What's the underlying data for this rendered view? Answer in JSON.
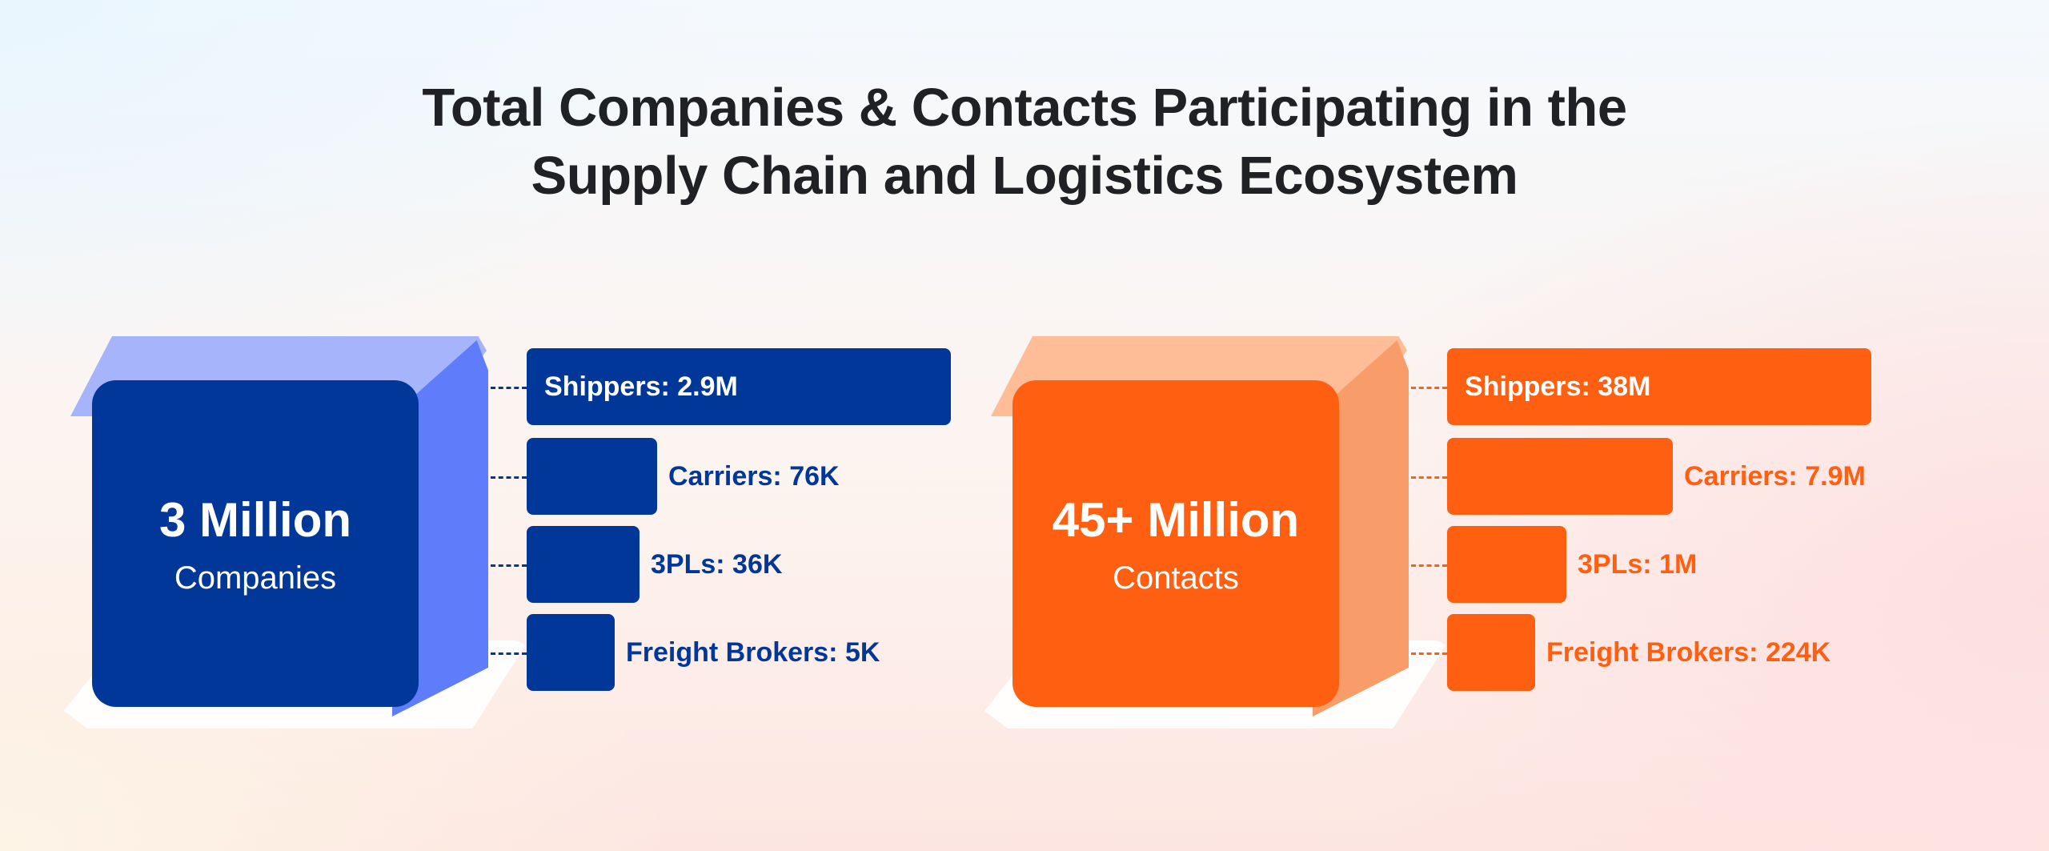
{
  "title": {
    "line1": "Total Companies & Contacts Participating in the",
    "line2": "Supply Chain and Logistics Ecosystem"
  },
  "colors": {
    "companies_front": "#02379a",
    "companies_top": "#a5b4fb",
    "companies_side": "#5f7cfb",
    "contacts_front": "#fe5f11",
    "contacts_top": "#febd97",
    "contacts_side": "#f89c6a"
  },
  "chart_data": [
    {
      "type": "bar",
      "orientation": "horizontal",
      "total_value": "3 Million",
      "total_label": "Companies",
      "categories": [
        "Shippers",
        "Carriers",
        "3PLs",
        "Freight Brokers"
      ],
      "values": [
        2900000,
        76000,
        36000,
        5000
      ],
      "labels": [
        "Shippers: 2.9M",
        "Carriers: 76K",
        "3PLs: 36K",
        "Freight Brokers: 5K"
      ],
      "color": "#02379a"
    },
    {
      "type": "bar",
      "orientation": "horizontal",
      "total_value": "45+ Million",
      "total_label": "Contacts",
      "categories": [
        "Shippers",
        "Carriers",
        "3PLs",
        "Freight Brokers"
      ],
      "values": [
        38000000,
        7900000,
        1000000,
        224000
      ],
      "labels": [
        "Shippers: 38M",
        "Carriers: 7.9M",
        "3PLs: 1M",
        "Freight Brokers: 224K"
      ],
      "color": "#fe5f11"
    }
  ]
}
